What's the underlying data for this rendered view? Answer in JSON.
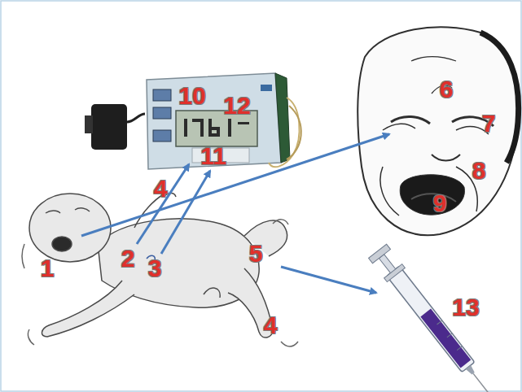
{
  "diagram": {
    "labels": [
      "10",
      "12",
      "6",
      "7",
      "11",
      "8",
      "4",
      "9",
      "5",
      "2",
      "1",
      "3",
      "13",
      "4"
    ]
  }
}
